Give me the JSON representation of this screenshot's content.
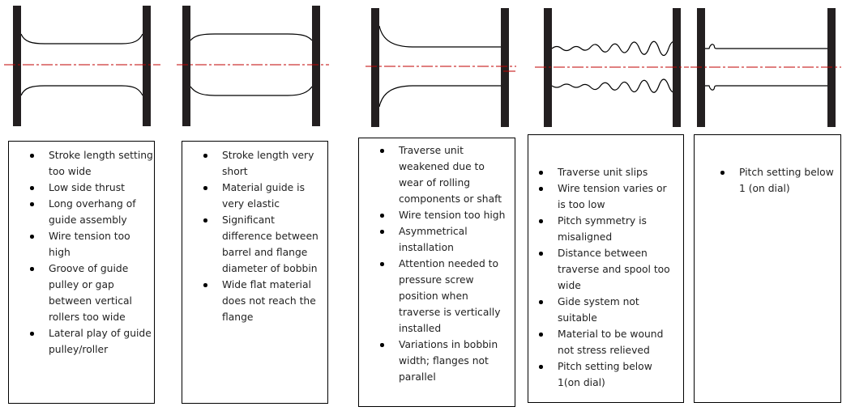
{
  "colors": {
    "flange": "#231f20",
    "wire": "#000000",
    "centerline": "#c00000",
    "text": "#222222",
    "border": "#000000"
  },
  "bobbins": [
    {
      "profile": "taper-down",
      "description": "bobbin with wire tapering thinner towards the middle"
    },
    {
      "profile": "bulge",
      "description": "bobbin with wire bulging in the middle"
    },
    {
      "profile": "cone",
      "description": "bobbin with wire built up at left flange, tapering to right"
    },
    {
      "profile": "wavy",
      "description": "bobbin with uneven wavy wire surface"
    },
    {
      "profile": "notch",
      "description": "bobbin with small notch near left flange"
    }
  ],
  "causes": [
    {
      "items": [
        "Stroke length setting too wide",
        "Low side thrust",
        "Long overhang of guide assembly",
        "Wire tension too high",
        "Groove of guide pulley or gap between vertical rollers too wide",
        "Lateral play of guide pulley/roller"
      ]
    },
    {
      "items": [
        "Stroke length very short",
        "Material guide is very elastic",
        "Significant difference between barrel and flange diameter of bobbin",
        "Wide flat material does not reach the flange"
      ]
    },
    {
      "items": [
        "Traverse unit weakened due to wear of rolling components or shaft",
        "Wire tension too high",
        "Asymmetrical installation",
        "Attention needed to pressure screw position when traverse is vertically installed",
        "Variations in bobbin width; flanges not parallel"
      ]
    },
    {
      "items": [
        "Traverse unit slips",
        "Wire tension varies or is too low",
        "Pitch symmetry is misaligned",
        "Distance between traverse and spool too wide",
        "Gide system not suitable",
        "Material to be wound not stress relieved",
        "Pitch setting below 1(on dial)"
      ]
    },
    {
      "items": [
        "Pitch setting below 1 (on dial)"
      ]
    }
  ]
}
